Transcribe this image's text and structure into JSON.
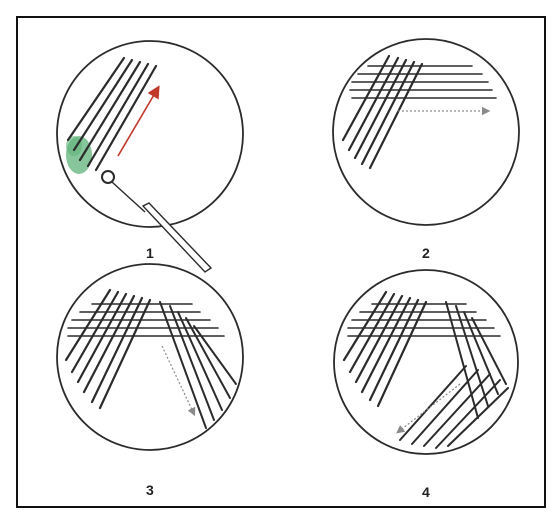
{
  "panels": [
    {
      "label": "1"
    },
    {
      "label": "2"
    },
    {
      "label": "3"
    },
    {
      "label": "4"
    }
  ],
  "colors": {
    "ink": "#2b2b2b",
    "frame": "#111111",
    "inoculum": "#5fb37a",
    "arrow_red": "#c0392b",
    "arrow_gray": "#8a8a8a",
    "background": "#ffffff"
  },
  "icons": [
    "petri-dish-icon",
    "inoculating-loop-icon",
    "streak-direction-arrow-icon"
  ]
}
